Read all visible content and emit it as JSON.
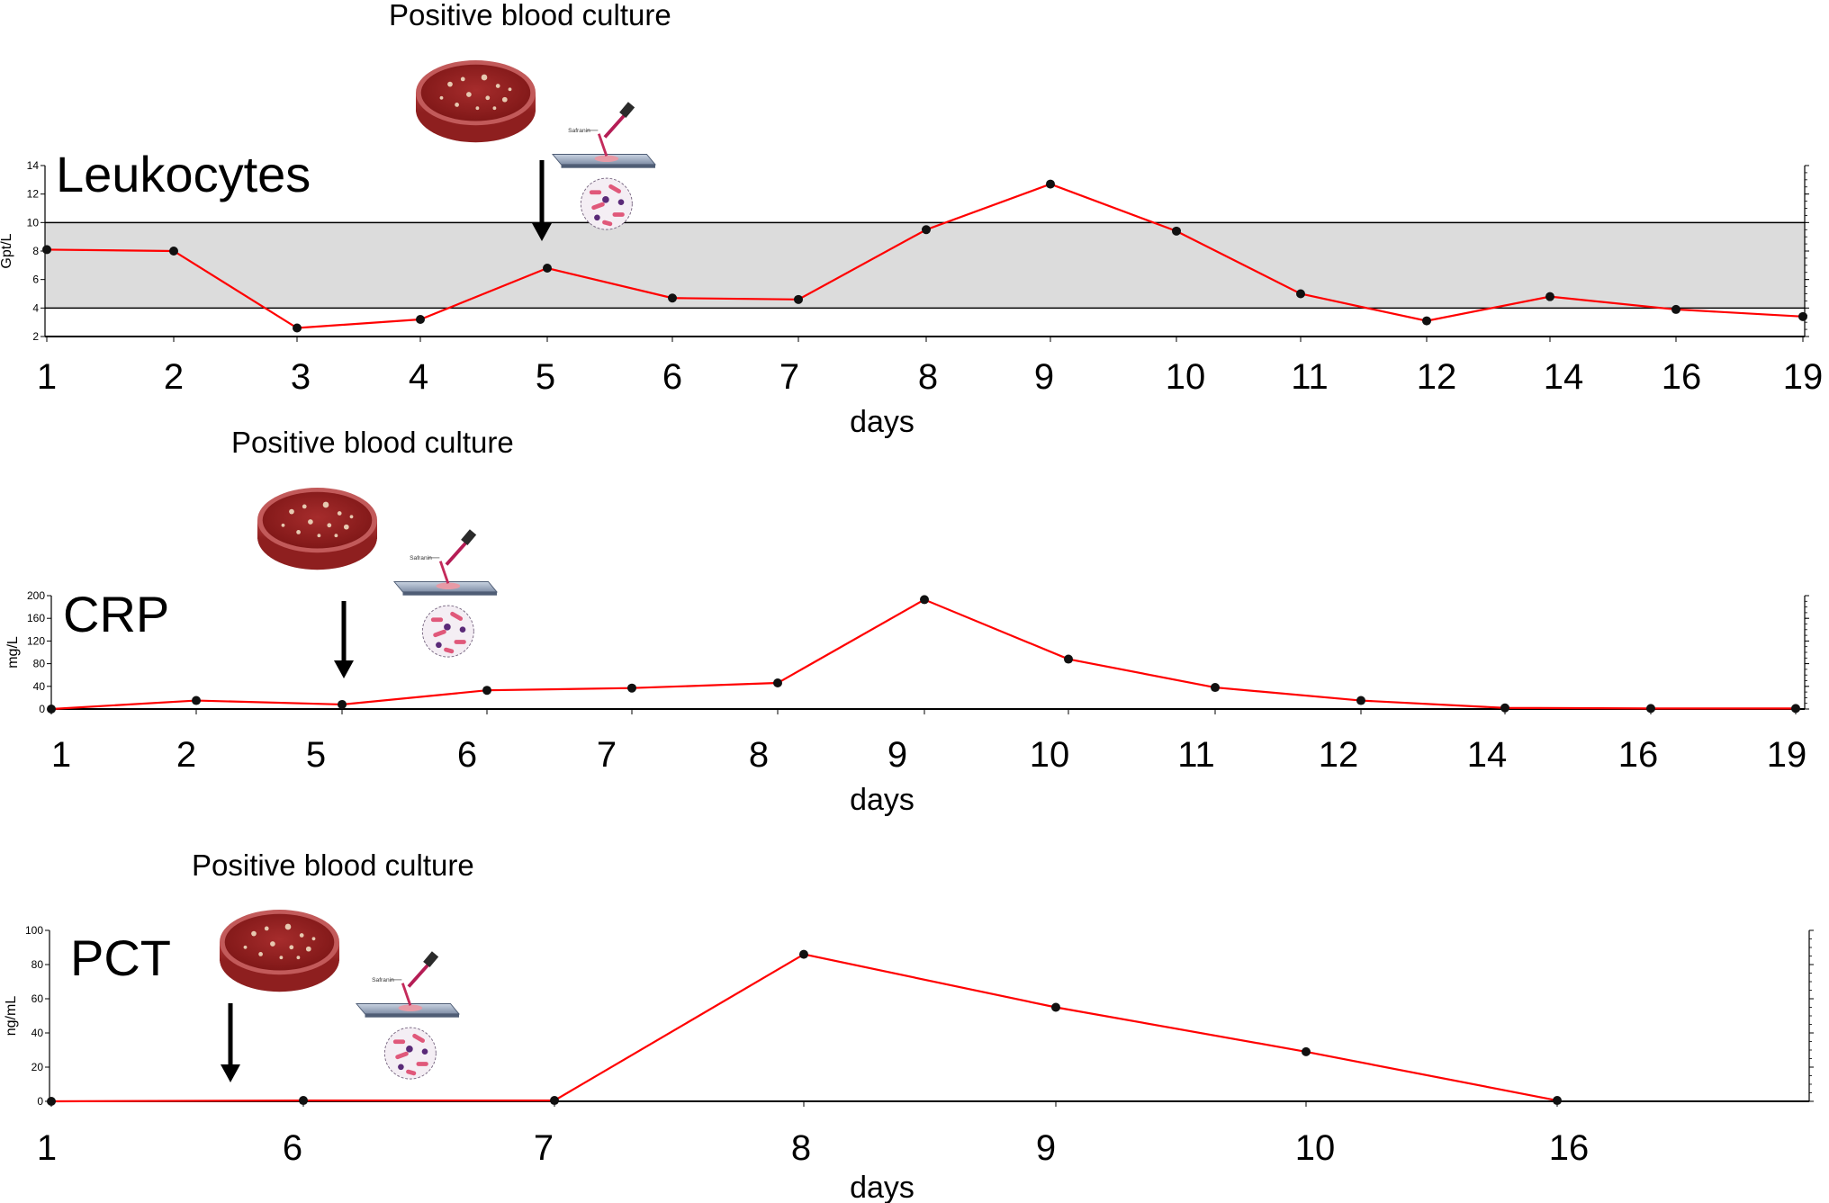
{
  "figure": {
    "annotation_text": "Positive blood culture",
    "safranin_label": "Safranin"
  },
  "chart_data": [
    {
      "type": "line",
      "title": "Leukocytes",
      "ylabel": "Gpt/L",
      "xlabel": "days",
      "ylim": [
        2,
        14
      ],
      "yticks": [
        2,
        4,
        6,
        8,
        10,
        12,
        14
      ],
      "reference_band": [
        4,
        10
      ],
      "categories": [
        "1",
        "2",
        "3",
        "4",
        "5",
        "6",
        "7",
        "8",
        "9",
        "10",
        "11",
        "12",
        "14",
        "16",
        "19"
      ],
      "series": [
        {
          "color": "#ff0000",
          "values": [
            8.1,
            8.0,
            2.6,
            3.2,
            6.8,
            4.7,
            4.6,
            9.5,
            12.7,
            9.4,
            5.0,
            3.1,
            4.8,
            3.9,
            3.4
          ]
        }
      ],
      "annotation": {
        "label": "Positive blood culture",
        "at_category": "5"
      },
      "grid": false
    },
    {
      "type": "line",
      "title": "CRP",
      "ylabel": "mg/L",
      "xlabel": "days",
      "ylim": [
        0,
        200
      ],
      "yticks": [
        0,
        40,
        80,
        120,
        160,
        200
      ],
      "categories": [
        "1",
        "2",
        "5",
        "6",
        "7",
        "8",
        "9",
        "10",
        "11",
        "12",
        "14",
        "16",
        "19"
      ],
      "series": [
        {
          "color": "#ff0000",
          "values": [
            0,
            15,
            8,
            33,
            37,
            46,
            193,
            88,
            38,
            15,
            2,
            1,
            1
          ]
        }
      ],
      "annotation": {
        "label": "Positive blood culture",
        "at_category": "5"
      },
      "grid": false
    },
    {
      "type": "line",
      "title": "PCT",
      "ylabel": "ng/mL",
      "xlabel": "days",
      "ylim": [
        0,
        100
      ],
      "yticks": [
        0,
        20,
        40,
        60,
        80,
        100
      ],
      "categories": [
        "1",
        "6",
        "7",
        "8",
        "9",
        "10",
        "16"
      ],
      "series": [
        {
          "color": "#ff0000",
          "values": [
            0,
            0.5,
            0.5,
            86,
            55,
            29,
            0.5
          ]
        }
      ],
      "annotation": {
        "label": "Positive blood culture",
        "at_category": "6"
      },
      "grid": false
    }
  ]
}
